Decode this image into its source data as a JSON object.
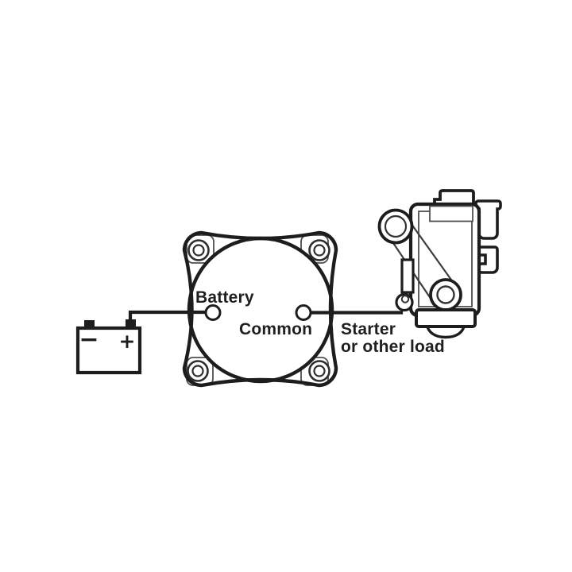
{
  "diagram": {
    "background_color": "#ffffff",
    "line_color": "#1d1d1d",
    "thin_line_color": "#4f4f4f",
    "labels": {
      "battery_terminal": "Battery",
      "common_terminal": "Common",
      "load_line1": "Starter",
      "load_line2": "or other load",
      "battery_minus": "−",
      "battery_plus": "+"
    }
  }
}
